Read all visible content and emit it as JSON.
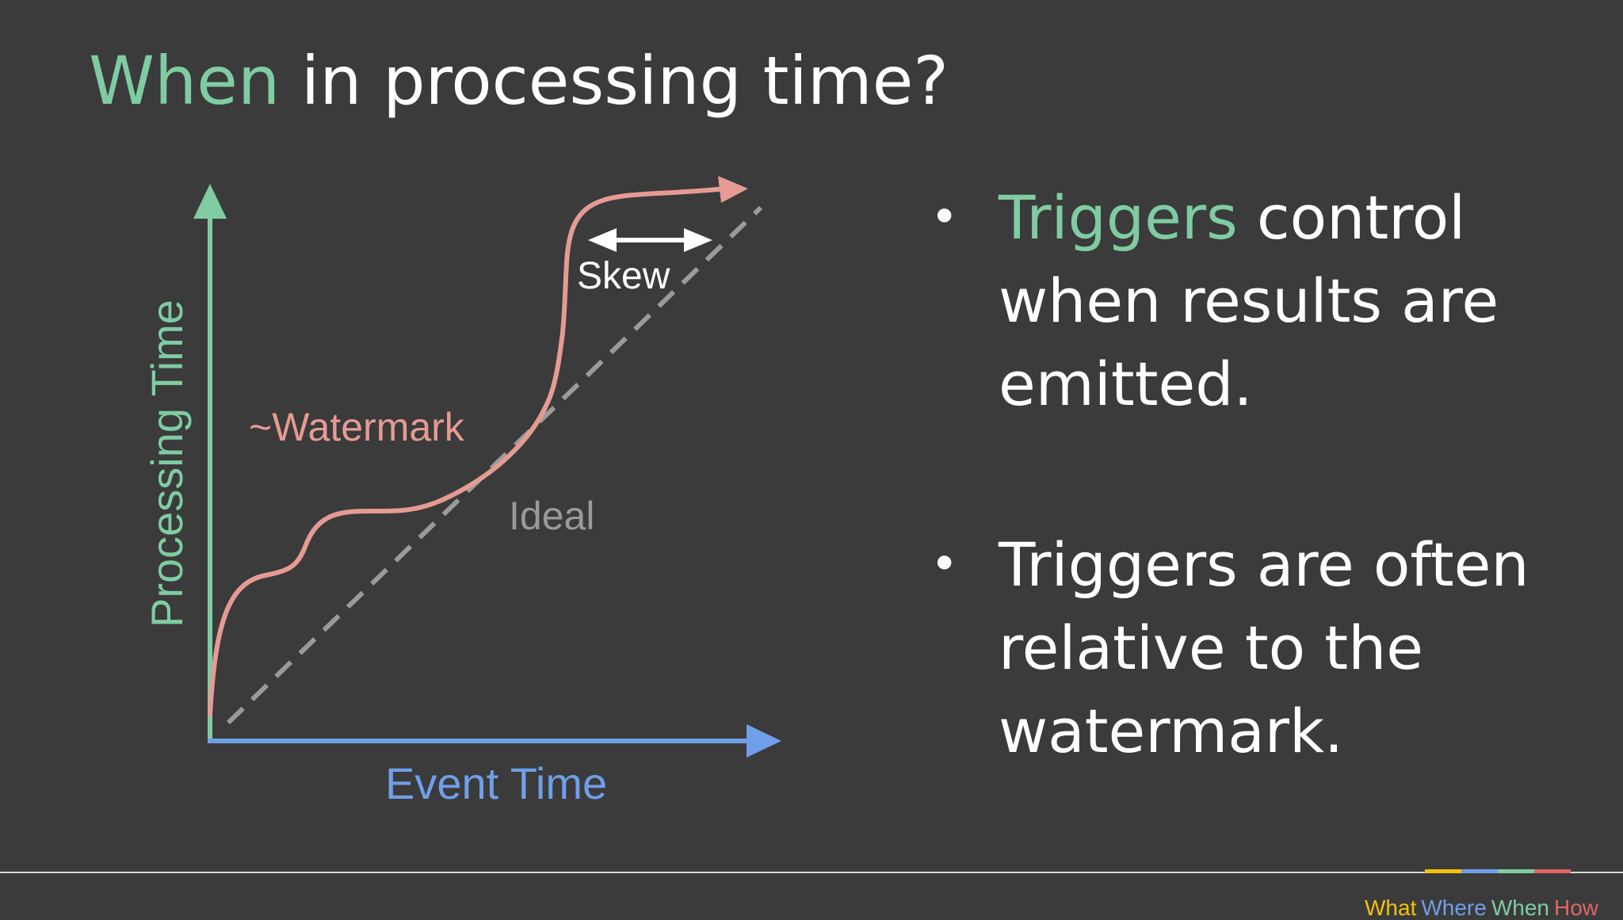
{
  "title": {
    "highlight": "When",
    "rest": " in processing time?"
  },
  "diagram": {
    "y_axis_label": "Processing Time",
    "x_axis_label": "Event Time",
    "watermark_label": "~Watermark",
    "ideal_label": "Ideal",
    "skew_label": "Skew"
  },
  "bullets": [
    {
      "highlight": "Triggers",
      "text": " control when results are emitted."
    },
    {
      "highlight": "",
      "text": "Triggers are often relative to the watermark."
    }
  ],
  "bullet_symbol": "•",
  "footer": {
    "nav": [
      "What",
      "Where",
      "When",
      "How"
    ]
  },
  "colors": {
    "background": "#3b3b3b",
    "accent_green": "#7fcca2",
    "watermark_red": "#e59b93",
    "event_blue": "#6f9fe9",
    "ideal_gray": "#9a9a9a",
    "nav_yellow": "#f4c20d",
    "nav_red": "#e06666"
  }
}
